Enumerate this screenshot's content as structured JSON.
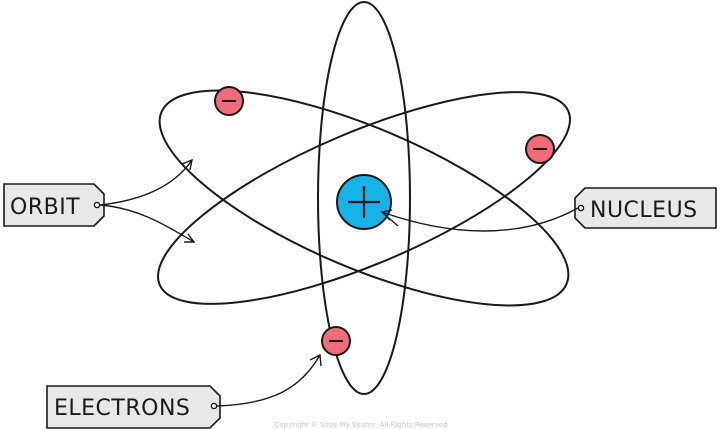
{
  "labels": {
    "orbit": "ORBIT",
    "nucleus": "NUCLEUS",
    "electrons": "ELECTRONS"
  },
  "colors": {
    "nucleus_fill": "#17b3e6",
    "electron_fill": "#f26b7a",
    "tag_fill": "#e8e8e8",
    "stroke": "#1a1a1a"
  },
  "symbols": {
    "nucleus_charge": "+",
    "electron_charge": "−"
  },
  "footnote": "Copyright © Save My Exams. All Rights Reserved"
}
